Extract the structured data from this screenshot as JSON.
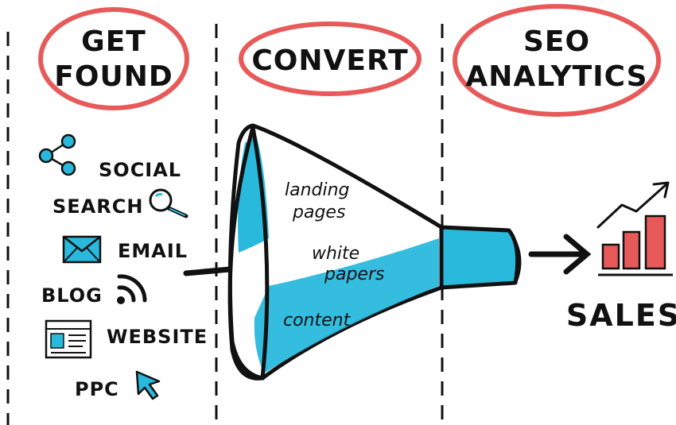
{
  "columns": {
    "get_found": {
      "line1": "GET",
      "line2": "FOUND"
    },
    "convert": {
      "title": "CONVERT"
    },
    "seo_analytics": {
      "line1": "SEO",
      "line2": "ANALYTICS"
    }
  },
  "channels": {
    "social": "SOCIAL",
    "search": "SEARCH",
    "email": "EMAIL",
    "blog": "BLOG",
    "website": "WEBSITE",
    "ppc": "PPC"
  },
  "funnel": {
    "landing_1": "landing",
    "landing_2": "pages",
    "white_1": "white",
    "white_2": "papers",
    "content": "content"
  },
  "outcome": {
    "label": "SALES"
  },
  "colors": {
    "circle": "#e85a5a",
    "funnel": "#29b9dd",
    "bars": "#e85a5a",
    "ink": "#111111"
  },
  "icons": [
    "share-icon",
    "magnifier-icon",
    "envelope-icon",
    "rss-icon",
    "webpage-icon",
    "cursor-icon",
    "arrow-icon",
    "growth-chart-icon"
  ]
}
